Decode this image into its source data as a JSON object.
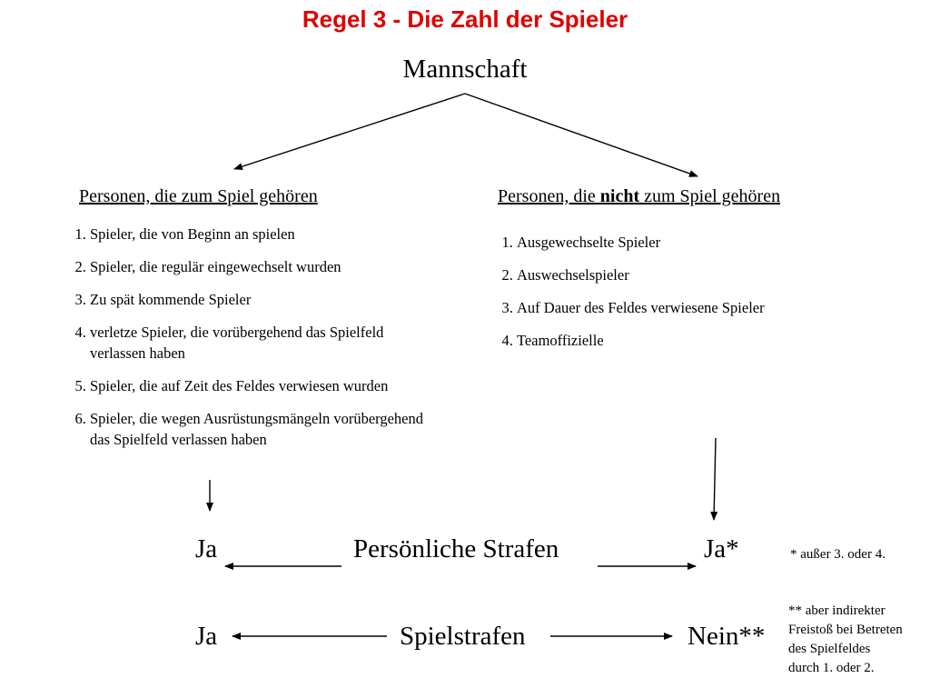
{
  "title": "Regel 3  -  Die Zahl der Spieler",
  "root": "Mannschaft",
  "left": {
    "heading": "Personen, die zum Spiel gehören",
    "items": [
      "Spieler, die von Beginn an spielen",
      "Spieler, die regulär eingewechselt wurden",
      "Zu spät kommende Spieler",
      "verletze Spieler, die vorübergehend das Spielfeld verlassen haben",
      "Spieler, die auf Zeit des Feldes verwiesen wurden",
      "Spieler, die wegen Ausrüstungsmängeln vorübergehend das Spielfeld verlassen haben"
    ]
  },
  "right": {
    "heading_before": "Personen, die ",
    "heading_bold": "nicht",
    "heading_after": " zum Spiel gehören",
    "items": [
      "Ausgewechselte Spieler",
      "Auswechselspieler",
      "Auf Dauer des Feldes verwiesene Spieler",
      "Teamoffizielle"
    ]
  },
  "rows": {
    "personal": {
      "left": "Ja",
      "label": "Persönliche Strafen",
      "right": "Ja*"
    },
    "game": {
      "left": "Ja",
      "label": "Spielstrafen",
      "right": "Nein**"
    }
  },
  "notes": {
    "star": "* außer 3. oder 4.",
    "double_star": "** aber indirekter Freistoß bei Betreten des Spielfeldes durch 1. oder 2."
  }
}
